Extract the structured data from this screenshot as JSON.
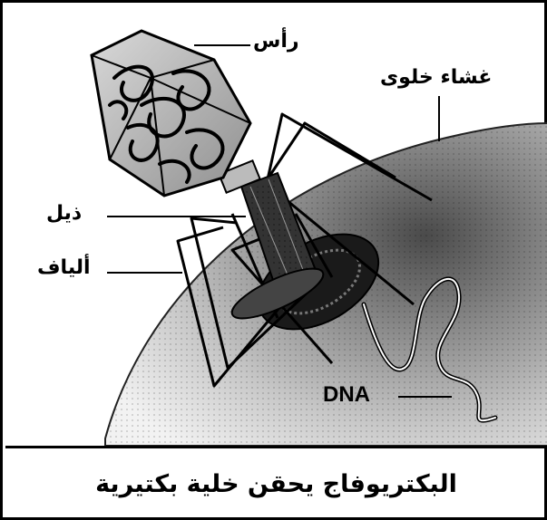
{
  "labels": {
    "head": "رأس",
    "membrane": "غشاء خلوى",
    "tail": "ذيل",
    "fibers": "ألياف",
    "dna": "DNA"
  },
  "caption": "البكتريوفاج يحقن خلية بكتيرية",
  "colors": {
    "ink": "#000000",
    "cell_light": "#e6e6e6",
    "cell_dark": "#555555"
  }
}
